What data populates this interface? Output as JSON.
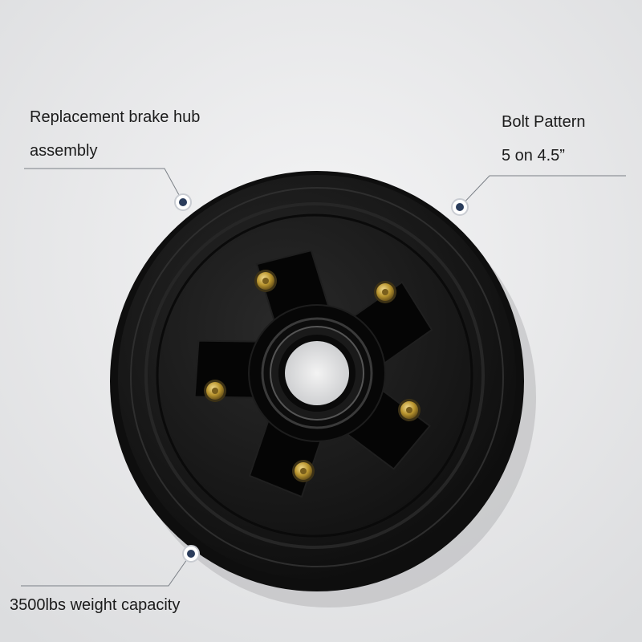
{
  "callouts": {
    "hub": {
      "line1": "Replacement brake hub",
      "line2": "assembly"
    },
    "bolt": {
      "line1": "Bolt Pattern",
      "line2": "5 on 4.5”"
    },
    "weight": {
      "line1": "3500lbs weight capacity"
    }
  },
  "colors": {
    "background": "#e9eaeb",
    "drum": "#141414",
    "stud": "#b8942e",
    "marker": "#2b3d5c",
    "leader": "#7a7f86"
  },
  "hub": {
    "stud_count": 5
  }
}
